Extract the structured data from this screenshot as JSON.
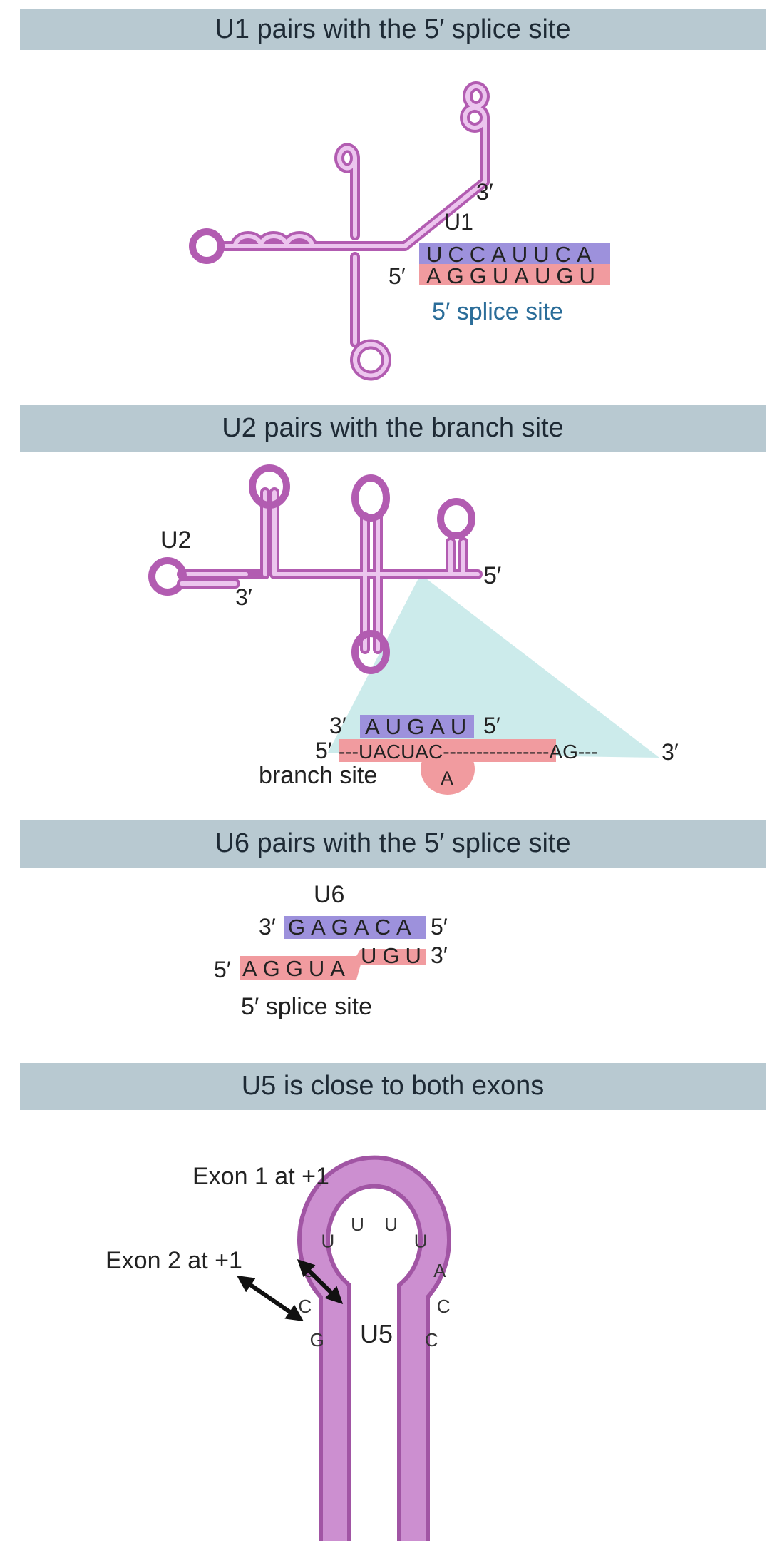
{
  "panels": [
    {
      "title": "U1 pairs with the  5′ splice site"
    },
    {
      "title": "U2 pairs with the branch site"
    },
    {
      "title": "U6 pairs with the 5′ splice site"
    },
    {
      "title": "U5 is close to both exons"
    }
  ],
  "u1": {
    "name": "U1",
    "three_prime": "3′",
    "five_prime": "5′",
    "top_seq": "UCCAUUCA",
    "bottom_seq": "AGGUAUGU",
    "site_label": "5′ splice site"
  },
  "u2": {
    "name": "U2",
    "three_prime": "3′",
    "five_prime": "5′",
    "pair_left": "3′",
    "pair_seq": "AUGAU",
    "pair_right": "5′",
    "intron_5": "5′",
    "intron_seq": "---UACUAC----------------AG---",
    "intron_3": "3′",
    "bulge": "A",
    "branch_label": "branch site"
  },
  "u6": {
    "name": "U6",
    "top_left": "3′",
    "top_seq": "GAGACA",
    "top_right": "5′",
    "bottom_left": "5′",
    "bottom_seq_a": "AGGUA",
    "bottom_seq_b": "UGU",
    "bottom_right": "3′",
    "site_label": "5′ splice site"
  },
  "u5": {
    "name": "U5",
    "exon1": "Exon 1 at +1",
    "exon2": "Exon 2 at +1",
    "loop_nucleotides": [
      "G",
      "C",
      "C",
      "U",
      "U",
      "U",
      "U",
      "A",
      "C",
      "C"
    ]
  },
  "colors": {
    "banner": "#b8c9d1",
    "rna": "#b25cb1",
    "u_snrna_strand": "#9d91dc",
    "pre_mrna_strand": "#f19b9f",
    "site_text": "#2b6d99",
    "fan": "#bfe6e6"
  }
}
